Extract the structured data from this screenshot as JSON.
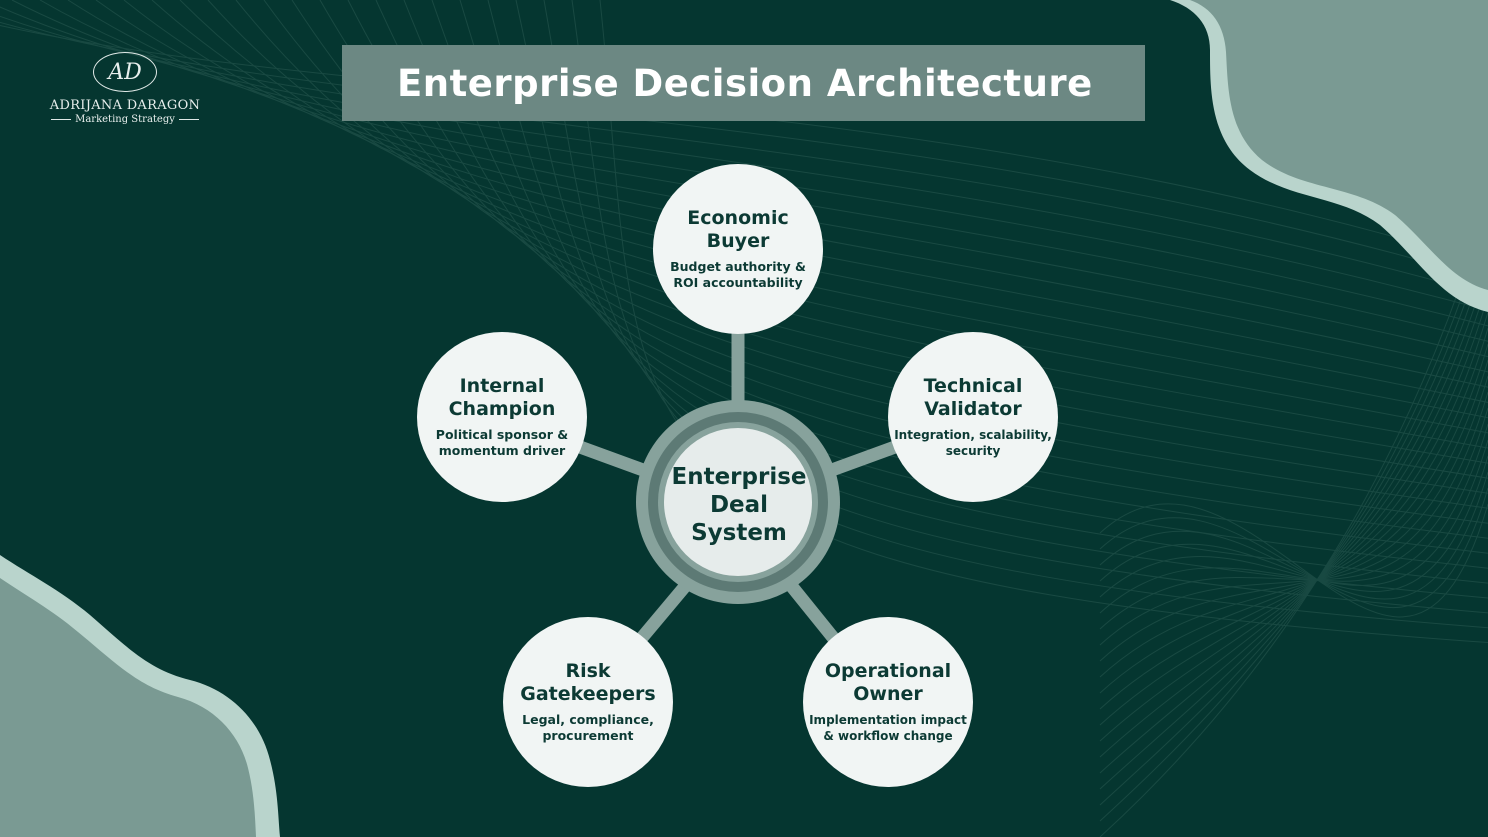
{
  "title": "Enterprise Decision Architecture",
  "logo": {
    "monogram": "AD",
    "name": "ADRIJANA DARAGON",
    "tagline": "Marketing Strategy"
  },
  "hub": {
    "label": "Enterprise Deal System"
  },
  "nodes": [
    {
      "title": "Economic Buyer",
      "desc": "Budget authority & ROI accountability"
    },
    {
      "title": "Technical Validator",
      "desc": "Integration, scalability, security"
    },
    {
      "title": "Operational Owner",
      "desc": "Implementation impact & workflow change"
    },
    {
      "title": "Risk Gatekeepers",
      "desc": "Legal, compliance, procurement"
    },
    {
      "title": "Internal Champion",
      "desc": "Political sponsor & momentum driver"
    }
  ],
  "colors": {
    "background": "#053630",
    "title_bar": "#6c8883",
    "node_fill": "#f1f5f4",
    "spoke": "#87a29c",
    "hub_ring": "#5d7a75",
    "text_dark": "#0c3a34",
    "wave_light": "#b9d4cc",
    "wave_mid": "#7a9a93"
  }
}
